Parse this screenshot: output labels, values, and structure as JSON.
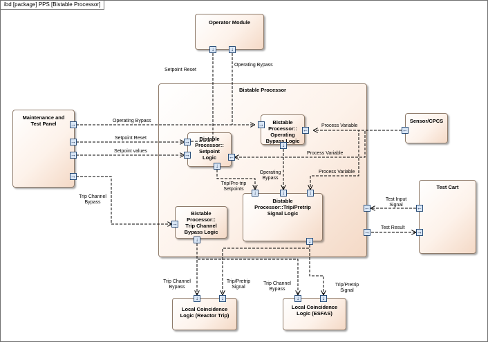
{
  "frame_label": "ibd [package] PPS [Bistable Processor]",
  "blocks": {
    "operator_module": "Operator Module",
    "bistable_processor": "Bistable Processor",
    "maintenance_panel": "Maintenance and Test Panel",
    "sensor_cpcs": "Sensor/CPCS",
    "test_cart": "Test Cart",
    "setpoint_logic": "Bistable Processor:: Setpoint Logic",
    "operating_bypass_logic": "Bistable Processor:: Operating Bypass Logic",
    "trip_channel_bypass_logic": "Bistable Processor:: Trip Channel Bypass Logic",
    "trip_pretrip_signal_logic": "Bistable Processor::Trip/Pretrip Signal Logic",
    "lcl_reactor_trip": "Local Coincidence Logic (Reactor Trip)",
    "lcl_esfas": "Local Coincidence Logic (ESFAS)"
  },
  "labels": {
    "setpoint_reset_top": "Setpoint Reset",
    "operating_bypass_top": "Operating Bypass",
    "operating_bypass_left": "Operating Bypass",
    "setpoint_reset_left": "Setpoint Reset",
    "setpoint_values": "Setpoint values",
    "process_variable_1": "Process Variable",
    "process_variable_2": "Process Variable",
    "process_variable_3": "Process Variable",
    "trip_channel_bypass_left": "Trip Channel Bypass",
    "operating_bypass_mid": "Operating Bypass",
    "trip_pretrip_setpoints": "Trip/Pre-trip Setpoints",
    "test_input_signal": "Test Input Signal",
    "test_result": "Test Result",
    "trip_channel_bypass_rt": "Trip Channel Bypass",
    "trip_pretrip_signal_rt": "Trip/Pretrip Signal",
    "trip_channel_bypass_esfas": "Trip Channel Bypass",
    "trip_pretrip_signal_esfas": "Trip/Pretrip Signal"
  },
  "port_glyphs": {
    "down": "↓",
    "right": "→",
    "left": "←"
  }
}
